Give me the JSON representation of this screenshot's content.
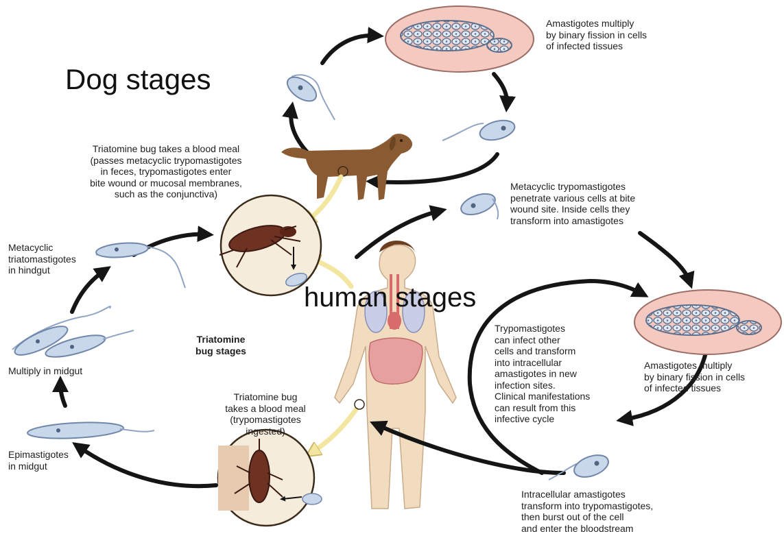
{
  "headings": {
    "dog": "Dog stages",
    "human": "human stages",
    "bug": [
      "Triatomine",
      "bug stages"
    ]
  },
  "labels": {
    "amastigotes_dog": [
      "Amastigotes multiply",
      "by binary fission in cells",
      "of infected tissues"
    ],
    "bug_meal_dog": [
      "Triatomine bug takes a blood meal",
      "(passes metacyclic trypomastigotes",
      "in feces, trypomastigotes enter",
      "bite wound or mucosal membranes,",
      "such as the conjunctiva)"
    ],
    "metacyclic_penetrate": [
      "Metacyclic trypomastigotes",
      "penetrate various cells at bite",
      "wound site. Inside cells they",
      "transform into amastigotes"
    ],
    "metacyclic_hindgut": [
      "Metacyclic",
      "triatomastigotes",
      "in hindgut"
    ],
    "multiply_midgut": "Multiply in midgut",
    "epimastigotes": [
      "Epimastigotes",
      "in midgut"
    ],
    "bug_meal_human": [
      "Triatomine bug",
      "takes a blood meal",
      "(trypomastigotes",
      "ingested)"
    ],
    "trypomastigotes_infect": [
      "Trypomastigotes",
      "can infect other",
      "cells and transform",
      "into intracellular",
      "amastigotes in new",
      "infection sites.",
      "Clinical manifestations",
      "can result from this",
      "infective cycle"
    ],
    "amastigotes_human": [
      "Amastigotes multiply",
      "by binary fission in cells",
      "of infected tissues"
    ],
    "intracellular": [
      "Intracellular amastigotes",
      "transform into trypomastigotes,",
      "then burst out of the cell",
      "and enter the bloodstream"
    ]
  },
  "colors": {
    "arrow": "#151515",
    "yellow_arrow": "#f3e6a0",
    "cell_fill": "#f4c9c0",
    "parasite": "#c9d7ea",
    "dog": "#8a5a32",
    "skin": "#f1dcc0",
    "bug": "#6e3222"
  }
}
